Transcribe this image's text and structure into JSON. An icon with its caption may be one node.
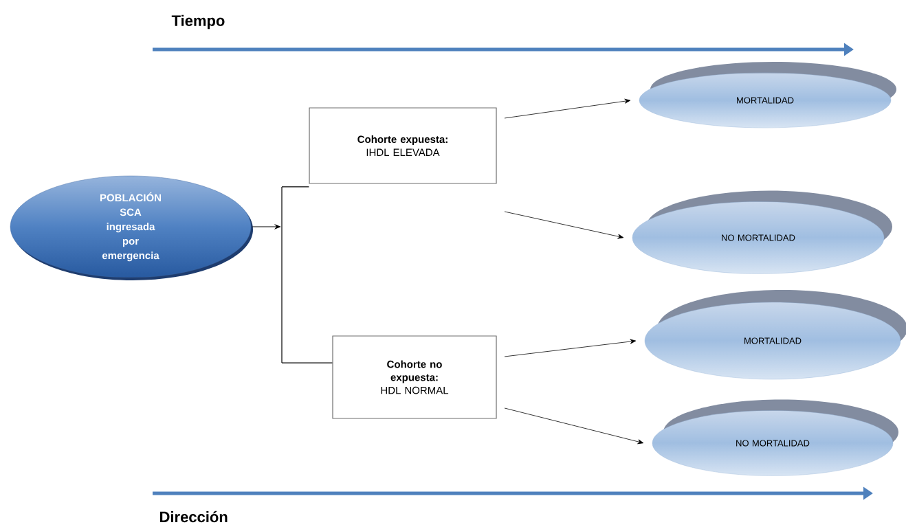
{
  "diagram": {
    "nodes": [
      {
        "text": [
          "POBLACIÓN SCA ingresada por emergencia"
        ]
      },
      {
        "text": [],
        "shape": "bar"
      },
      {
        "text": [
          "**Cohorte expuesta:** IHDL ELEVADA"
        ]
      },
      {
        "text": [
          "**Cohorte no expuesta:** HDL NORMAL"
        ]
      },
      {
        "text": [
          "MORTALIDAD"
        ]
      },
      {
        "text": [
          "NO MORTALIDAD"
        ]
      },
      {
        "text": [
          "MORTALIDAD"
        ]
      },
      {
        "text": [
          "NO MORTALIDAD"
        ]
      }
    ],
    "edges": [
      {
        "from": 0,
        "to": 1,
        "arrow": "to"
      },
      {
        "from": 1,
        "to": 2,
        "arrow": "none"
      },
      {
        "from": 1,
        "to": 3,
        "arrow": "none"
      },
      {
        "from": 2,
        "to": 4,
        "arrow": "to"
      },
      {
        "from": 2,
        "to": 5,
        "arrow": "to"
      },
      {
        "from": 3,
        "to": 6,
        "arrow": "to"
      },
      {
        "from": 3,
        "to": 7,
        "arrow": "to"
      }
    ],
    "labels": [
      "Tiempo",
      "Dirección"
    ]
  }
}
